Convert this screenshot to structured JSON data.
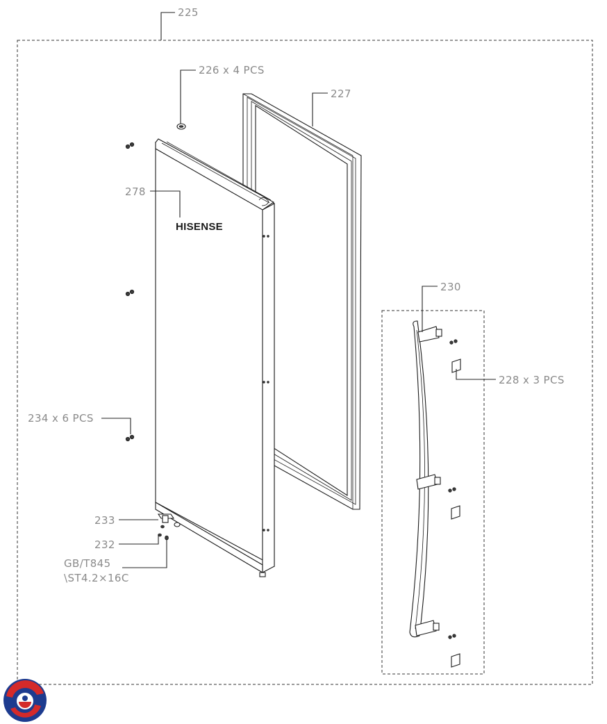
{
  "callouts": {
    "assembly": "225",
    "cap": "226 x 4 PCS",
    "gasket": "227",
    "door_panel": "278",
    "handle": "230",
    "handle_cover": "228 x 3 PCS",
    "screws": "234 x 6 PCS",
    "hinge_bracket": "233",
    "hinge_pin": "232",
    "std_screw_line1": "GB/T845",
    "std_screw_line2": "\\ST4.2×16C"
  },
  "door": {
    "brand_text": "HISENSE"
  },
  "colors": {
    "line": "#1a1a1a",
    "label": "#8a8a8a",
    "logo_red": "#d42a2a",
    "logo_blue": "#1d3b8f"
  }
}
